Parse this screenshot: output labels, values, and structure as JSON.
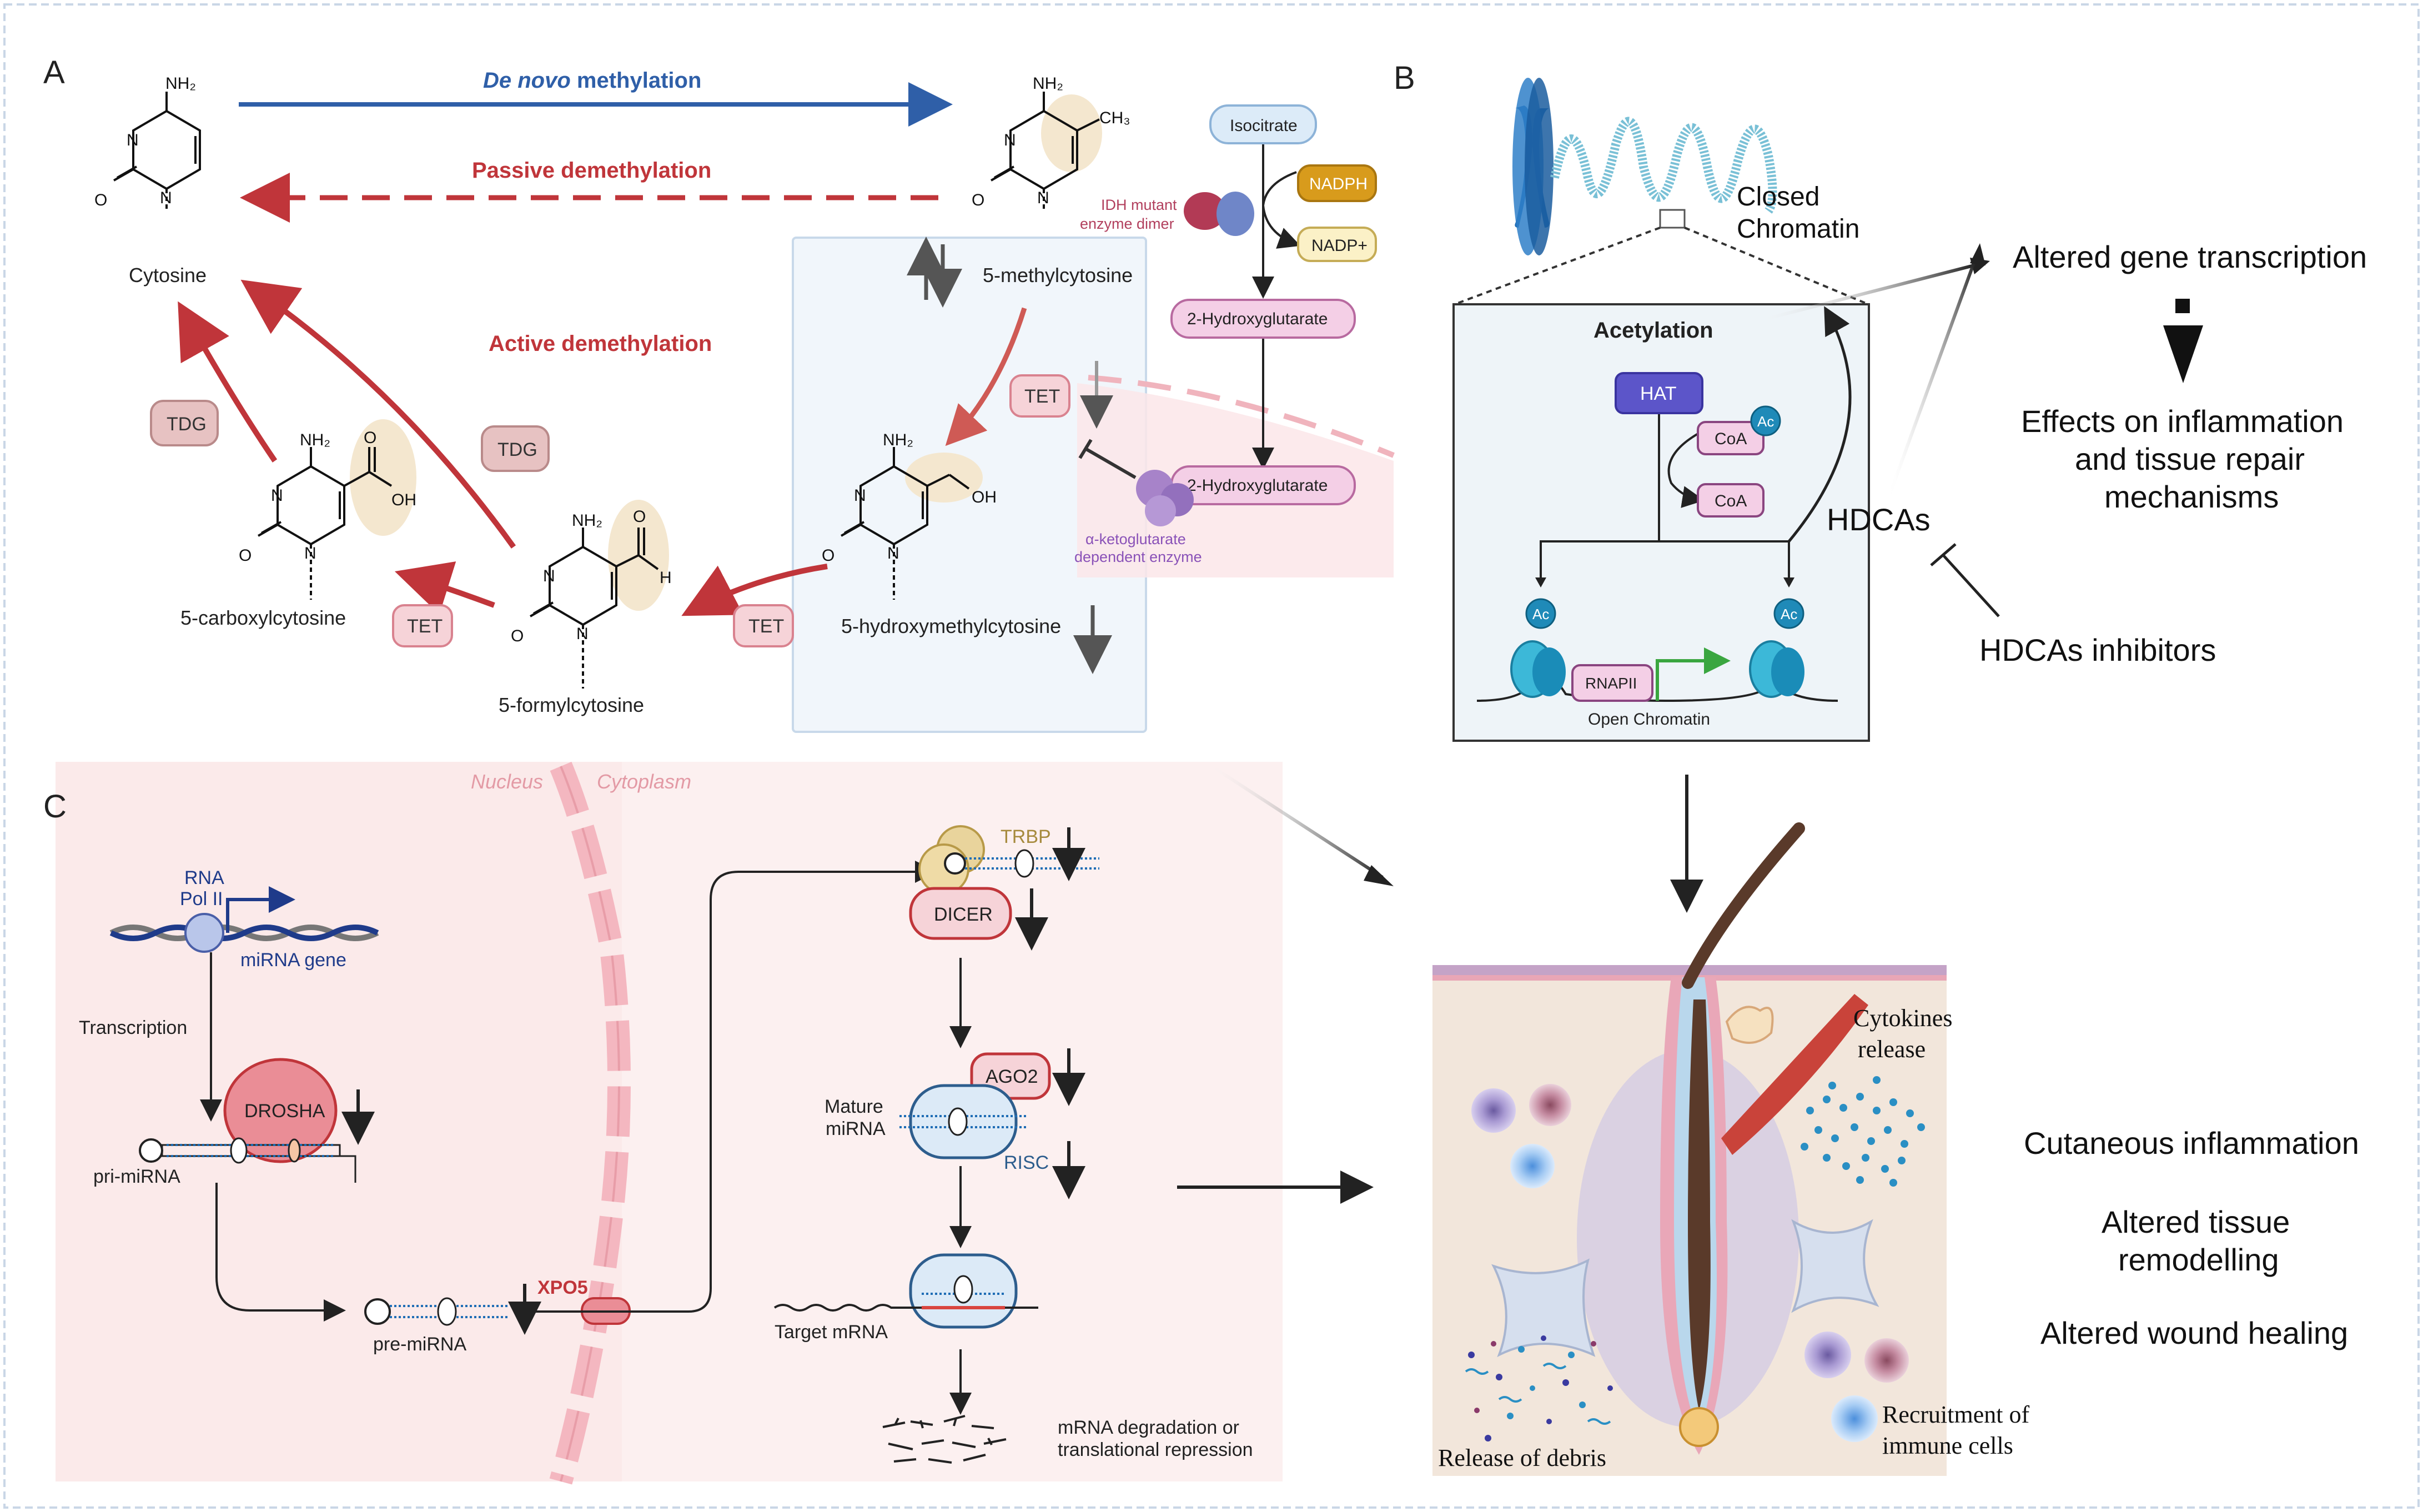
{
  "panels": {
    "a": "A",
    "b": "B",
    "c": "C"
  },
  "methylation": {
    "de_novo_italic": "De novo",
    "de_novo_rest": " methylation",
    "passive": "Passive demethylation",
    "active": "Active demethylation",
    "cytosine": "Cytosine",
    "methylcytosine": "5-methylcytosine",
    "hydroxymethylcytosine": "5-hydroxymethylcytosine",
    "formylcytosine": "5-formylcytosine",
    "carboxylcytosine": "5-carboxylcytosine",
    "tet": "TET",
    "tdg": "TDG",
    "nh2": "NH₂",
    "ch3": "CH₃",
    "oh": "OH",
    "h": "H",
    "o": "O",
    "n": "N"
  },
  "idh": {
    "isocitrate": "Isocitrate",
    "nadph": "NADPH",
    "nadp": "NADP+",
    "enzyme_line1": "IDH mutant",
    "enzyme_line2": "enzyme dimer",
    "hydroxyglutarate": "2-Hydroxyglutarate",
    "akg_line1": "α-ketoglutarate",
    "akg_line2": "dependent enzyme"
  },
  "acetylation": {
    "closed_line1": "Closed",
    "closed_line2": "Chromatin",
    "acetylation": "Acetylation",
    "hat": "HAT",
    "coa": "CoA",
    "ac": "Ac",
    "rnapii": "RNAPII",
    "open_chromatin": "Open Chromatin",
    "hdcas": "HDCAs",
    "hdcas_inhibitors": "HDCAs inhibitors"
  },
  "outcomes": {
    "altered_transcription": "Altered gene transcription",
    "effects_line1": "Effects on inflammation",
    "effects_line2": "and tissue repair",
    "effects_line3": "mechanisms",
    "cutaneous": "Cutaneous inflammation",
    "remodelling_line1": "Altered tissue",
    "remodelling_line2": "remodelling",
    "wound": "Altered wound healing"
  },
  "skin": {
    "cytokines_line1": "Cytokines",
    "cytokines_line2": "release",
    "recruitment_line1": "Recruitment of",
    "recruitment_line2": "immune cells",
    "debris": "Release of debris"
  },
  "mirna": {
    "nucleus": "Nucleus",
    "cytoplasm": "Cytoplasm",
    "rna_pol_line1": "RNA",
    "rna_pol_line2": "Pol II",
    "mirna_gene": "miRNA gene",
    "transcription": "Transcription",
    "drosha": "DROSHA",
    "pri_mirna": "pri-miRNA",
    "pre_mirna": "pre-miRNA",
    "xpo5": "XPO5",
    "trbp": "TRBP",
    "dicer": "DICER",
    "ago2": "AGO2",
    "mature_line1": "Mature",
    "mature_line2": "miRNA",
    "risc": "RISC",
    "target_mrna": "Target mRNA",
    "degradation_line1": "mRNA degradation or",
    "degradation_line2": "translational repression"
  },
  "colors": {
    "red_arrow": "#c0353a",
    "blue_arrow": "#2f5fa8",
    "pill_pink_fill": "#f6d3d8",
    "pill_pink_stroke": "#d9828f",
    "tdg_fill": "#e7c2c2",
    "panel_b_bg": "#eef4f8",
    "nucleus_bg": "#fbeaea",
    "hat": "#5c55c9",
    "nadph": "#d89b1c"
  }
}
